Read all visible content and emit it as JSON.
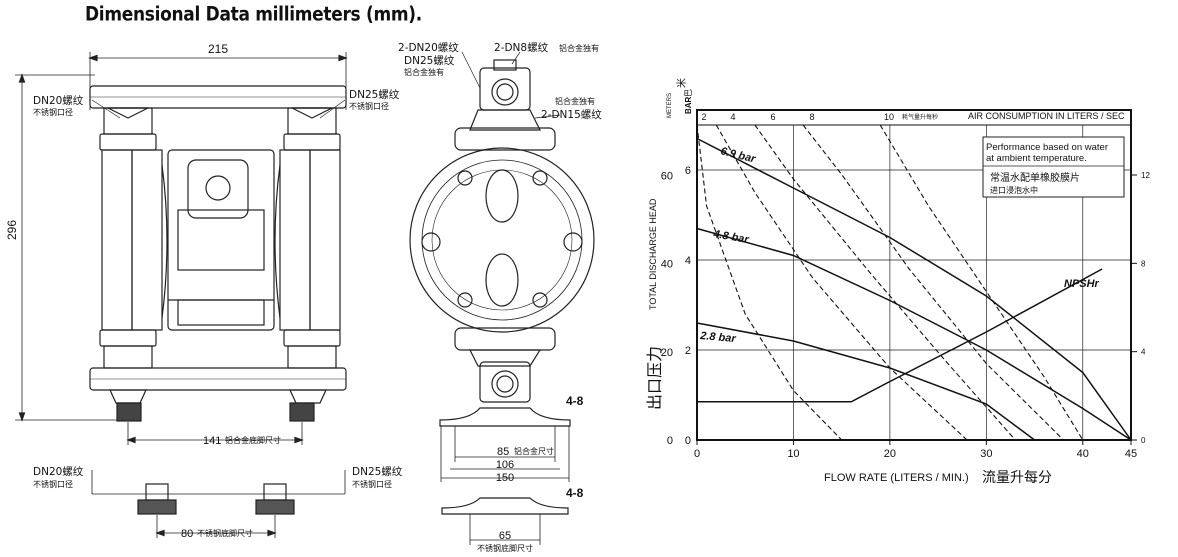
{
  "title": "Dimensional Data  millimeters (mm).",
  "front_view": {
    "width_dim": "215",
    "height_dim": "296",
    "inlet_left_label": "DN20螺纹",
    "inlet_left_sub": "不锈钢口径",
    "outlet_right_label": "DN25螺纹",
    "outlet_right_sub": "不锈钢口径",
    "base_dim": "141",
    "base_dim_label": "铝合金底脚尺寸"
  },
  "bottom_view": {
    "left_label": "DN20螺纹",
    "left_sub": "不锈钢口径",
    "right_label": "DN25螺纹",
    "right_sub": "不锈钢口径",
    "base_dim": "80",
    "base_dim_label": "不锈钢底脚尺寸"
  },
  "side_view": {
    "top_left_1": "2-DN20螺纹",
    "top_left_2": "DN25螺纹",
    "top_left_sub": "铝合金独有",
    "top_right": "2-DN8螺纹",
    "top_right_sub": "铝合金独有",
    "mid_right_sub": "铝合金独有",
    "mid_right": "2-DN15螺纹",
    "foot_thickness": "4-8",
    "dim_85": "85",
    "dim_85_label": "铝合金尺寸",
    "dim_106": "106",
    "dim_150": "150",
    "lower_foot_thickness": "4-8",
    "dim_65": "65",
    "dim_65_label": "不锈钢底脚尺寸"
  },
  "chart_data": {
    "type": "line",
    "top_axis_label": "AIR CONSUMPTION IN LITERS / SEC",
    "top_axis_cn": "耗气量升每秒",
    "top_ticks": [
      "2",
      "4",
      "6",
      "8",
      "10"
    ],
    "xlabel": "FLOW RATE (LITERS / MIN.)",
    "xlabel_cn": "流量升每分",
    "ylabel": "TOTAL DISCHARGE HEAD",
    "ylabel_cn": "出口压力",
    "left_unit_top": "METERS",
    "left_unit_top_cn": "米",
    "left_unit_bar": "BAR",
    "left_unit_bar_cn": "巴",
    "x_ticks": [
      0,
      10,
      20,
      30,
      40,
      45
    ],
    "y_ticks_left": [
      0,
      2,
      4,
      6
    ],
    "y_ticks_meters": [
      0,
      20,
      40,
      60
    ],
    "y_ticks_right": [
      0,
      4,
      8,
      12
    ],
    "xlim": [
      0,
      45
    ],
    "ylim": [
      0,
      7
    ],
    "note_en_1": "Performance based on water",
    "note_en_2": "at ambient temperature.",
    "note_cn_1": "常温水配单橡胶膜片",
    "note_cn_2": "进口浸泡水中",
    "series": [
      {
        "name": "6.9 bar",
        "x": [
          0,
          10,
          20,
          30,
          40,
          45
        ],
        "y": [
          6.7,
          5.6,
          4.5,
          3.2,
          1.5,
          0
        ]
      },
      {
        "name": "4.8 bar",
        "x": [
          0,
          10,
          20,
          30,
          40,
          45
        ],
        "y": [
          4.7,
          4.1,
          3.1,
          2.0,
          0.7,
          0
        ]
      },
      {
        "name": "2.8 bar",
        "x": [
          0,
          10,
          20,
          30,
          35
        ],
        "y": [
          2.6,
          2.2,
          1.6,
          0.8,
          0
        ]
      },
      {
        "name": "NPSHr",
        "x": [
          0,
          16,
          20,
          30,
          42
        ],
        "y": [
          0.85,
          0.85,
          1.3,
          2.4,
          3.8
        ]
      }
    ],
    "air_lines": [
      {
        "x": [
          0,
          1,
          5,
          10,
          15
        ],
        "y": [
          7,
          5.2,
          2.8,
          1.1,
          0
        ]
      },
      {
        "x": [
          2,
          6,
          12,
          20,
          28
        ],
        "y": [
          7,
          5.5,
          3.6,
          1.6,
          0
        ]
      },
      {
        "x": [
          6,
          10,
          18,
          26,
          33
        ],
        "y": [
          7,
          5.8,
          3.7,
          1.7,
          0
        ]
      },
      {
        "x": [
          11,
          15,
          22,
          30,
          38
        ],
        "y": [
          7,
          5.9,
          3.8,
          1.7,
          0
        ]
      },
      {
        "x": [
          19,
          24,
          30,
          36,
          40
        ],
        "y": [
          7,
          5.2,
          3.3,
          1.4,
          0
        ]
      }
    ]
  }
}
